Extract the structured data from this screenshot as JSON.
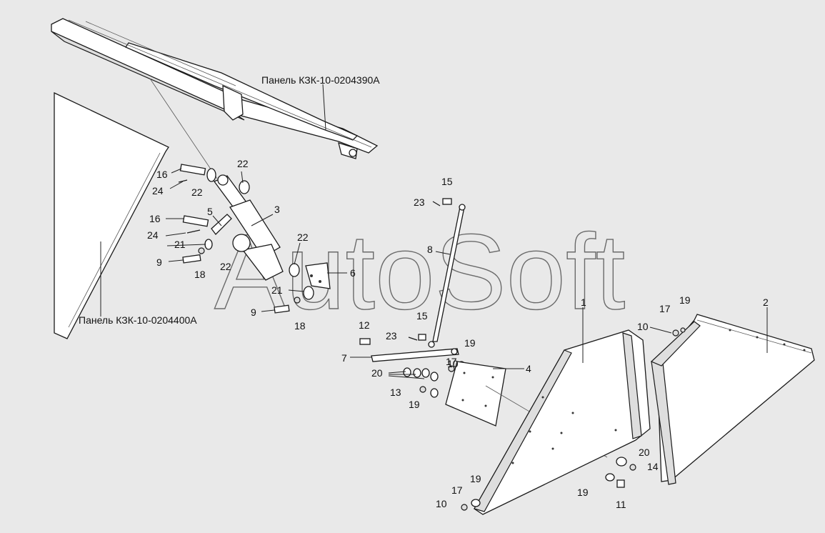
{
  "panels": {
    "top": "Панель КЗК-10-0204390А",
    "left": "Панель КЗК-10-0204400А"
  },
  "watermark": "AutoSoft",
  "callouts": [
    "1",
    "2",
    "3",
    "4",
    "5",
    "6",
    "7",
    "8",
    "9",
    "9",
    "10",
    "10",
    "10",
    "11",
    "12",
    "13",
    "14",
    "15",
    "15",
    "16",
    "16",
    "17",
    "17",
    "17",
    "18",
    "18",
    "19",
    "19",
    "19",
    "19",
    "19",
    "20",
    "20",
    "21",
    "21",
    "22",
    "22",
    "22",
    "22",
    "22",
    "23",
    "23",
    "24",
    "24"
  ]
}
